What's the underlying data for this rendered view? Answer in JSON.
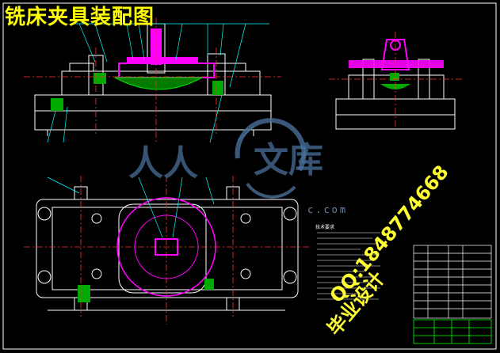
{
  "title": "铣床夹具装配图",
  "watermark": {
    "part1": "人人",
    "part2": "文库",
    "latin": "c.com"
  },
  "promo": {
    "line1": "QQ:1848774668",
    "line2": "毕业设计"
  },
  "notes": {
    "heading": "技术要求"
  },
  "colors": {
    "background": "#000000",
    "outline": "#ffffff",
    "part": "#ff00ff",
    "hatch": "#00aa00",
    "center": "#ff3030",
    "leader": "#00ffff",
    "title": "#ffff00",
    "watermark": "#4a6f9a"
  }
}
